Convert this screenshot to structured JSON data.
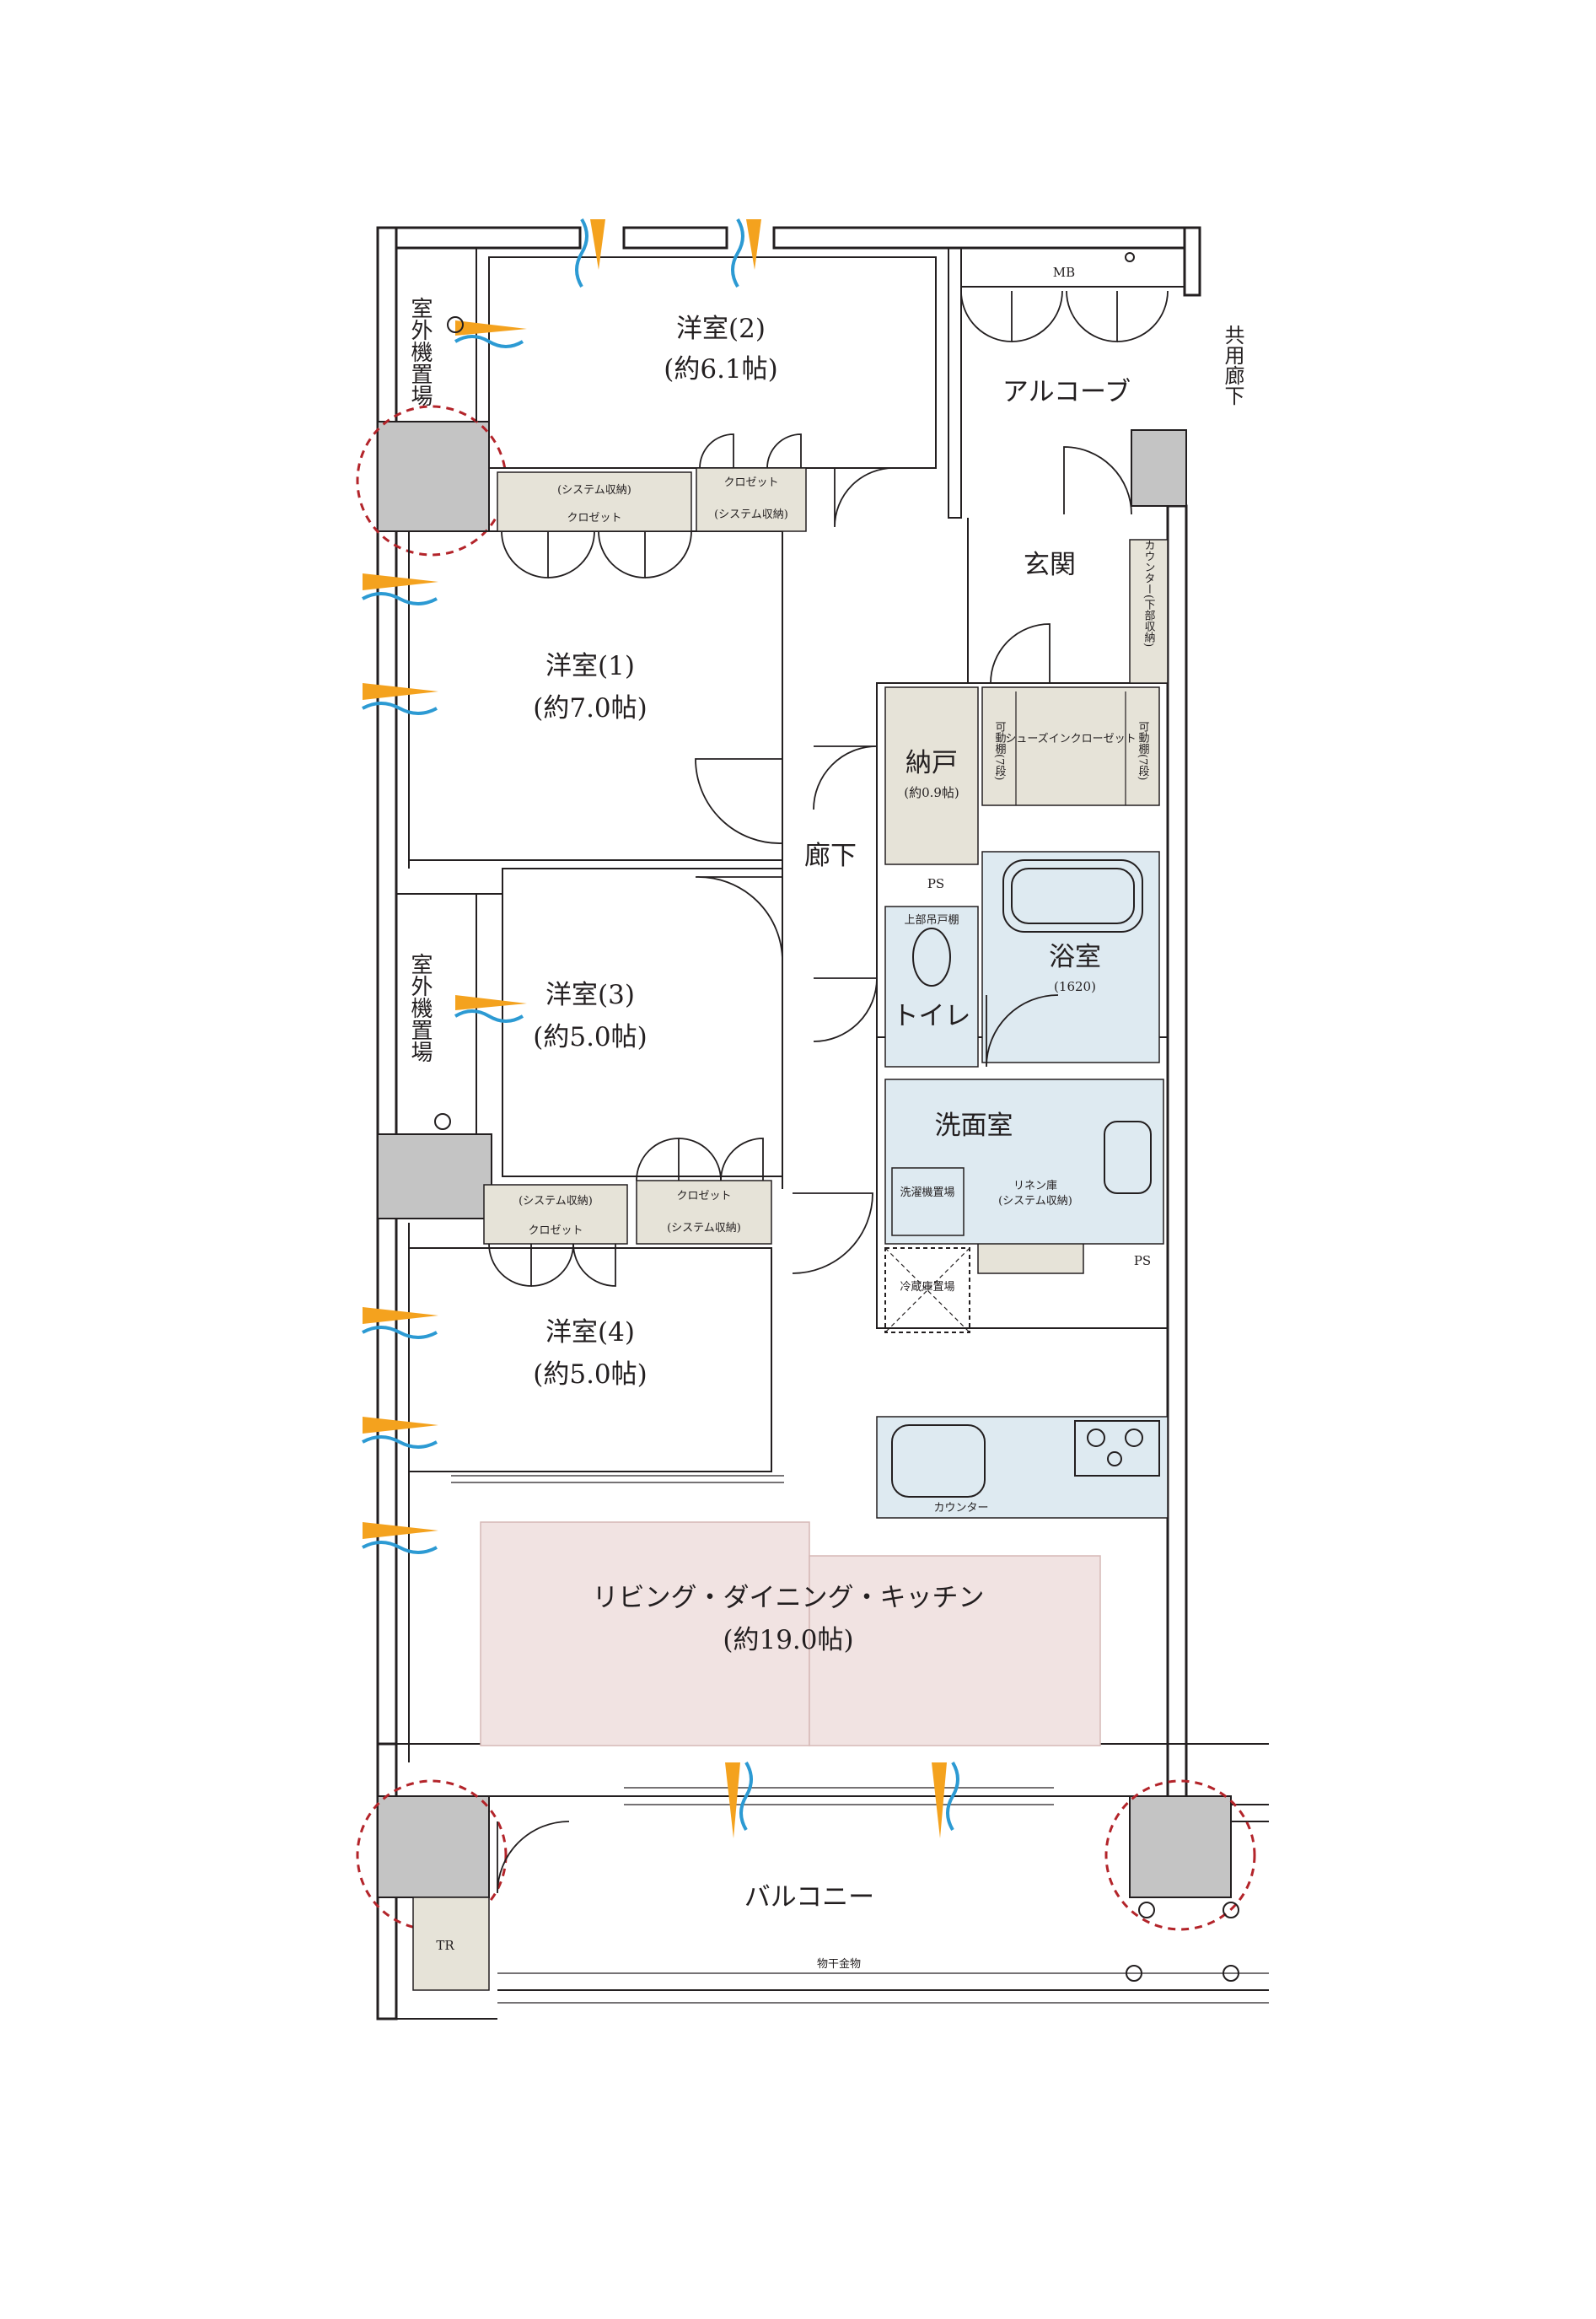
{
  "rooms": {
    "western_2": {
      "name": "洋室(2)",
      "size": "(約6.1帖)"
    },
    "western_1": {
      "name": "洋室(1)",
      "size": "(約7.0帖)"
    },
    "western_3": {
      "name": "洋室(3)",
      "size": "(約5.0帖)"
    },
    "western_4": {
      "name": "洋室(4)",
      "size": "(約5.0帖)"
    },
    "ldk": {
      "name": "リビング・ダイニング・キッチン",
      "size": "(約19.0帖)"
    },
    "alcove": {
      "name": "アルコーブ"
    },
    "entrance": {
      "name": "玄関"
    },
    "corridor": {
      "name": "廊下"
    },
    "storage": {
      "name": "納戸",
      "size": "(約0.9帖)"
    },
    "bath": {
      "name": "浴室",
      "size": "(1620)"
    },
    "toilet": {
      "name": "トイレ"
    },
    "washroom": {
      "name": "洗面室"
    },
    "balcony": {
      "name": "バルコニー"
    }
  },
  "labels": {
    "outdoor_unit_top": "室外機置場",
    "outdoor_unit_mid": "室外機置場",
    "mb": "MB",
    "common_corridor": "共用廊下",
    "counter_lower": "カウンター(下部収納)",
    "shoes_in_closet": "シューズインクローゼット",
    "movable_shelf_left": "可動棚(7段)",
    "movable_shelf_right": "可動棚(7段)",
    "ps_top": "PS",
    "ps_bottom": "PS",
    "upper_cabinet": "上部吊戸棚",
    "washer_place": "洗濯機置場",
    "linen": "リネン庫",
    "linen_sub": "(システム収納)",
    "fridge": "冷蔵庫置場",
    "kitchen_counter": "カウンター",
    "laundry_hanger": "物干金物",
    "tr": "TR",
    "sys_storage": "(システム収納)",
    "closet": "クロゼット"
  },
  "colors": {
    "closet": "#e6e3d8",
    "wet_area": "#deeaf1",
    "ldk": "#f1e3e2",
    "wall_column": "#c4c4c4",
    "highlight_circle": "#b3242a",
    "window_orange": "#f4a21e",
    "window_blue": "#2c9ad3"
  }
}
